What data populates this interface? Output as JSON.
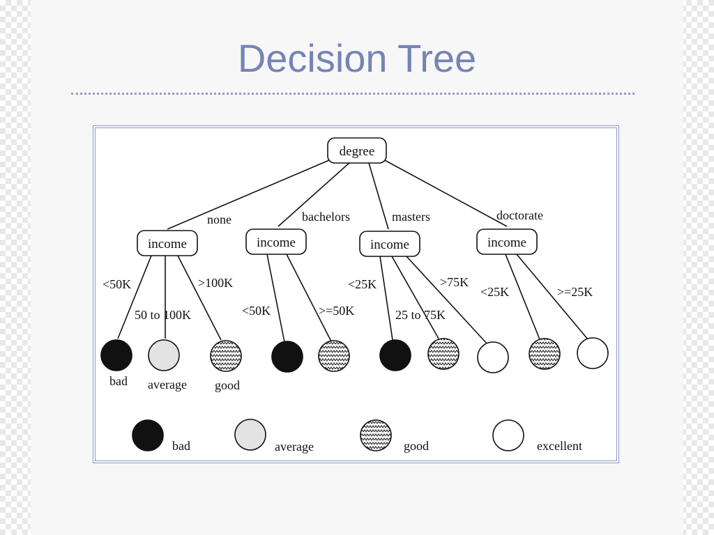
{
  "slide": {
    "title": "Decision Tree"
  },
  "colors": {
    "title": "#7584b5",
    "rule": "#8f9cc6",
    "frame": "#8a96c2",
    "bad": "#111111",
    "average": "#e3e3e3",
    "good": "hatched",
    "excellent": "#ffffff"
  },
  "tree": {
    "root": "degree",
    "branches": [
      {
        "edge": "none",
        "node": "income",
        "splits": [
          {
            "edge": "<50K",
            "class": "bad"
          },
          {
            "edge": "50 to 100K",
            "class": "average"
          },
          {
            "edge": ">100K",
            "class": "good"
          }
        ]
      },
      {
        "edge": "bachelors",
        "node": "income",
        "splits": [
          {
            "edge": "<50K",
            "class": "bad"
          },
          {
            "edge": ">=50K",
            "class": "good"
          }
        ]
      },
      {
        "edge": "masters",
        "node": "income",
        "splits": [
          {
            "edge": "<25K",
            "class": "bad"
          },
          {
            "edge": "25 to 75K",
            "class": "good"
          },
          {
            "edge": ">75K",
            "class": "excellent"
          }
        ]
      },
      {
        "edge": "doctorate",
        "node": "income",
        "splits": [
          {
            "edge": "<25K",
            "class": "good"
          },
          {
            "edge": ">=25K",
            "class": "excellent"
          }
        ]
      }
    ],
    "leaf_labels": [
      "bad",
      "average",
      "good"
    ]
  },
  "legend": [
    {
      "class": "bad",
      "label": "bad"
    },
    {
      "class": "average",
      "label": "average"
    },
    {
      "class": "good",
      "label": "good"
    },
    {
      "class": "excellent",
      "label": "excellent"
    }
  ]
}
